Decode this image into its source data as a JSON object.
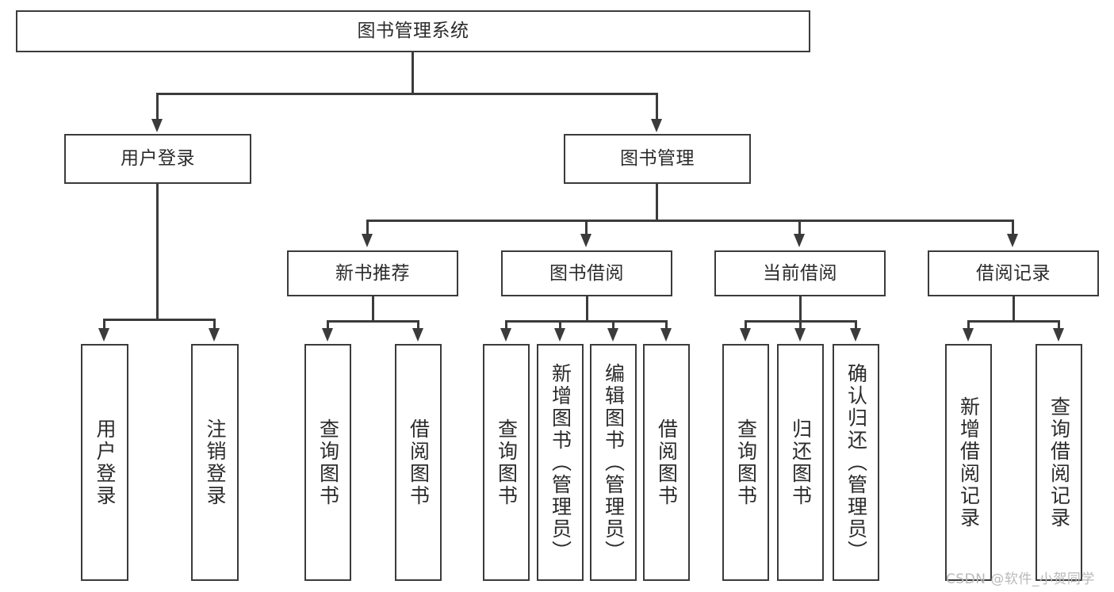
{
  "diagram": {
    "title": "图书管理系统",
    "root": {
      "id": "root",
      "label": "图书管理系统"
    },
    "level2": [
      {
        "id": "user-login",
        "label": "用户登录"
      },
      {
        "id": "book-manage",
        "label": "图书管理"
      }
    ],
    "level3": [
      {
        "id": "new-book-recommend",
        "label": "新书推荐"
      },
      {
        "id": "book-borrow",
        "label": "图书借阅"
      },
      {
        "id": "current-borrow",
        "label": "当前借阅"
      },
      {
        "id": "borrow-record",
        "label": "借阅记录"
      }
    ],
    "leaves": [
      {
        "id": "leaf-user-login",
        "label": "用户登录",
        "parent": "user-login"
      },
      {
        "id": "leaf-logout-login",
        "label": "注销登录",
        "parent": "user-login"
      },
      {
        "id": "leaf-query-book-1",
        "label": "查询图书",
        "parent": "new-book-recommend"
      },
      {
        "id": "leaf-borrow-book-1",
        "label": "借阅图书",
        "parent": "new-book-recommend"
      },
      {
        "id": "leaf-query-book-2",
        "label": "查询图书",
        "parent": "book-borrow"
      },
      {
        "id": "leaf-add-book",
        "label": "新增图书（管理员）",
        "parent": "book-borrow"
      },
      {
        "id": "leaf-edit-book",
        "label": "编辑图书（管理员）",
        "parent": "book-borrow"
      },
      {
        "id": "leaf-borrow-book-2",
        "label": "借阅图书",
        "parent": "book-borrow"
      },
      {
        "id": "leaf-query-book-3",
        "label": "查询图书",
        "parent": "current-borrow"
      },
      {
        "id": "leaf-return-book",
        "label": "归还图书",
        "parent": "current-borrow"
      },
      {
        "id": "leaf-confirm-return",
        "label": "确认归还（管理员）",
        "parent": "current-borrow"
      },
      {
        "id": "leaf-add-record",
        "label": "新增借阅记录",
        "parent": "borrow-record"
      },
      {
        "id": "leaf-query-record",
        "label": "查询借阅记录",
        "parent": "borrow-record"
      }
    ],
    "watermark": "CSDN @软件_小贺同学",
    "colors": {
      "stroke": "#3b3b3b",
      "fill": "#ffffff",
      "text": "#2b2b2b",
      "watermark": "#b9b9b9"
    }
  }
}
